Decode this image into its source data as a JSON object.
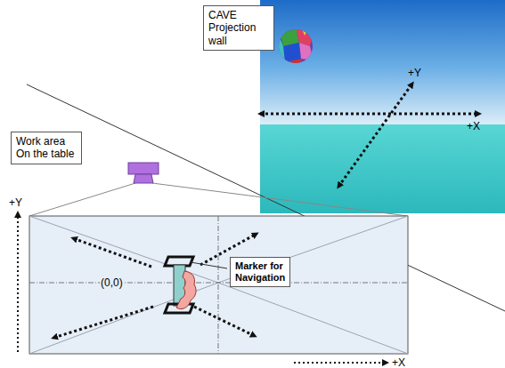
{
  "diagram": {
    "nodes": [
      {
        "text": [
          "CAVE Projection wall"
        ]
      },
      {
        "text": [
          "Work area On the table"
        ]
      },
      {
        "text": [
          "Marker for Navigation"
        ]
      }
    ],
    "labels": [
      "+Y",
      "+X",
      "+Y",
      "(0,0)",
      "+X"
    ]
  }
}
